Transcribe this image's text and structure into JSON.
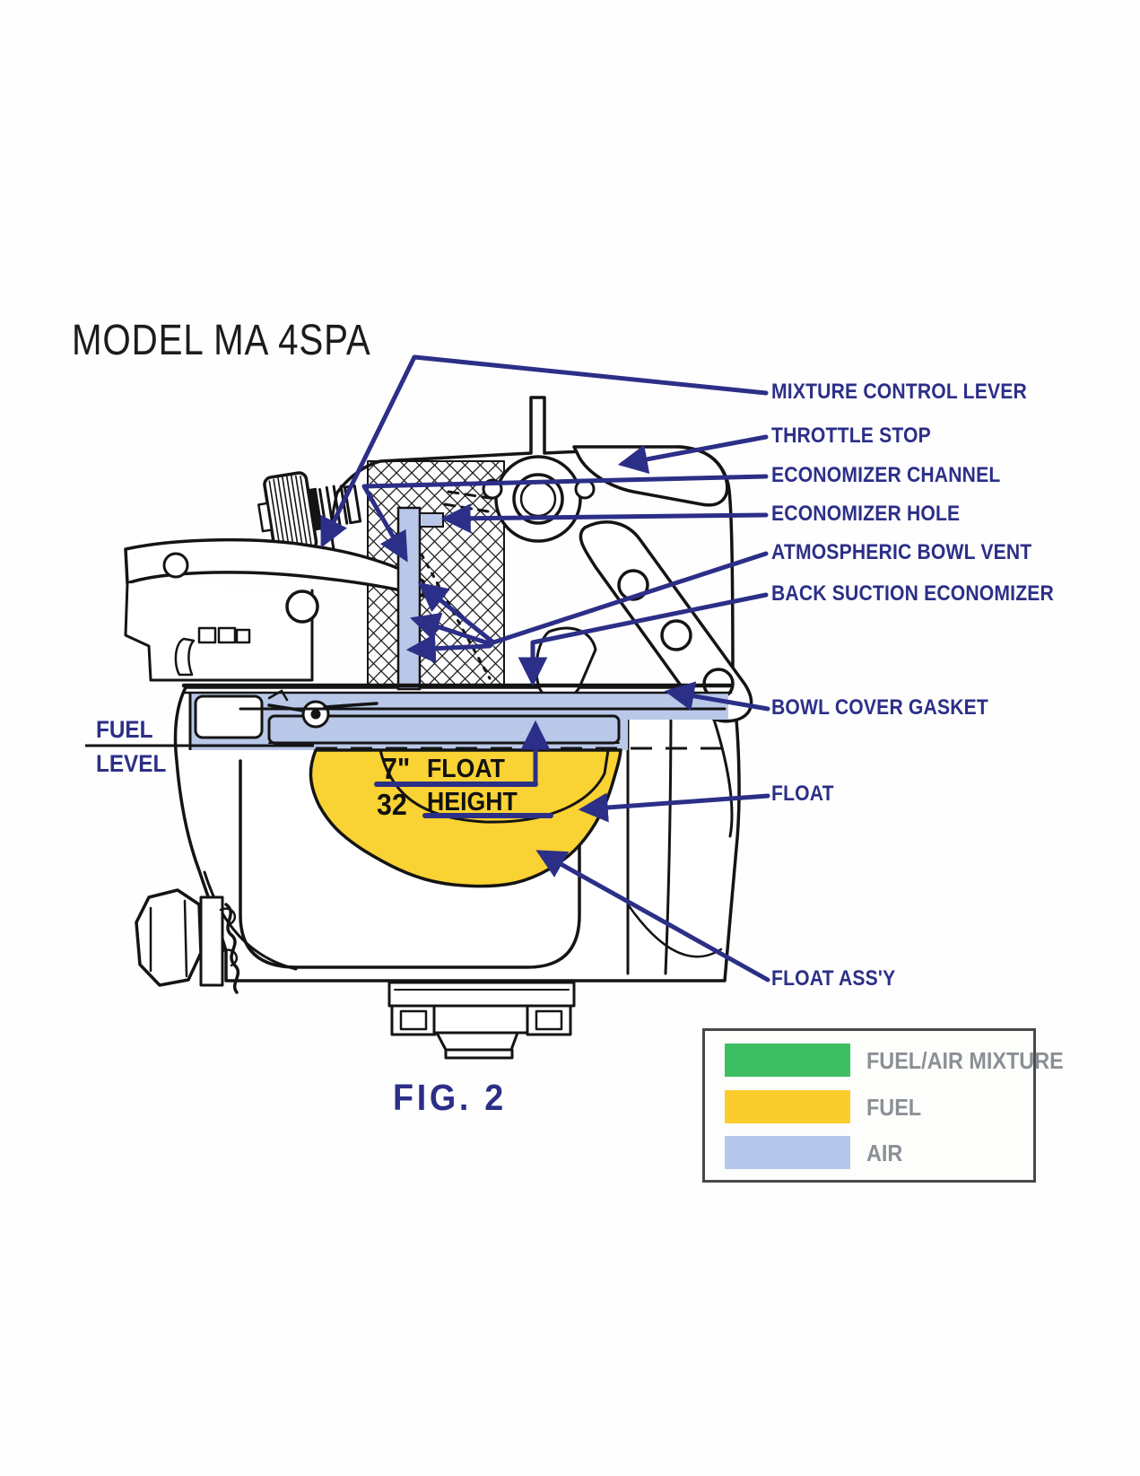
{
  "title": "MODEL MA 4SPA",
  "figure_caption": "FIG. 2",
  "fuel_level": {
    "line1": "FUEL",
    "line2": "LEVEL"
  },
  "float_height": {
    "numerator": "7\"",
    "denominator": "32",
    "word1": "FLOAT",
    "word2": "HEIGHT"
  },
  "callouts": [
    {
      "id": "mixture-control-lever",
      "label": "MIXTURE CONTROL LEVER"
    },
    {
      "id": "throttle-stop",
      "label": "THROTTLE STOP"
    },
    {
      "id": "economizer-channel",
      "label": "ECONOMIZER CHANNEL"
    },
    {
      "id": "economizer-hole",
      "label": "ECONOMIZER HOLE"
    },
    {
      "id": "atmospheric-bowl-vent",
      "label": "ATMOSPHERIC BOWL VENT"
    },
    {
      "id": "back-suction-economizer",
      "label": "BACK SUCTION ECONOMIZER"
    },
    {
      "id": "bowl-cover-gasket",
      "label": "BOWL COVER GASKET"
    },
    {
      "id": "float",
      "label": "FLOAT"
    },
    {
      "id": "float-assy",
      "label": "FLOAT ASS'Y"
    }
  ],
  "legend": {
    "items": [
      {
        "label": "FUEL/AIR MIXTURE",
        "color": "#3ebf63"
      },
      {
        "label": "FUEL",
        "color": "#fbcc2d"
      },
      {
        "label": "AIR",
        "color": "#b5c7ea"
      }
    ]
  },
  "colors": {
    "callout_blue": "#2c2f87",
    "air_blue": "#b9c8e8",
    "fuel_yellow": "#f9d233",
    "mixture_green": "#3ebf63",
    "outline_black": "#141414",
    "legend_text_gray": "#8b9095"
  }
}
